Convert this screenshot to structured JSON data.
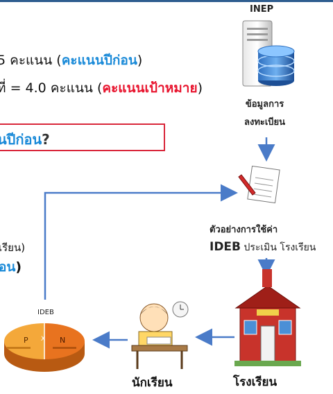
{
  "header": {
    "inep": "INEP"
  },
  "scores": {
    "line1_prefix": "5 คะแนน (",
    "line1_highlight": "คะแนนปีก่อน",
    "line1_suffix": ")",
    "line2_prefix": "ที่ = 4.0 คะแนน (",
    "line2_highlight": "คะแนนเป้าหมาย",
    "line2_suffix": ")"
  },
  "question_box": {
    "text": "นปีก่อน",
    "mark": "?"
  },
  "database": {
    "label_line1": "ข้อมูลการ",
    "label_line2": "ลงทะเบียน"
  },
  "example": {
    "line1": "ตัวอย่างการใช้ค่า",
    "line2_bold": "IDEB",
    "line2_rest": " ประเมิน โรงเรียน"
  },
  "left_text": {
    "line3": "เรียน)",
    "line4_highlight": "อน",
    "line4_suffix": ")"
  },
  "ideb_chart": {
    "title": "IDEB",
    "left_letter": "P",
    "x_mark": "X",
    "right_letter": "N"
  },
  "labels": {
    "student": "นักเรียน",
    "school": "โรงเรียน"
  },
  "colors": {
    "accent_blue": "#1a8ad8",
    "accent_red": "#e8142e",
    "arrow": "#4a7bc8",
    "box_border": "#d9263a"
  }
}
